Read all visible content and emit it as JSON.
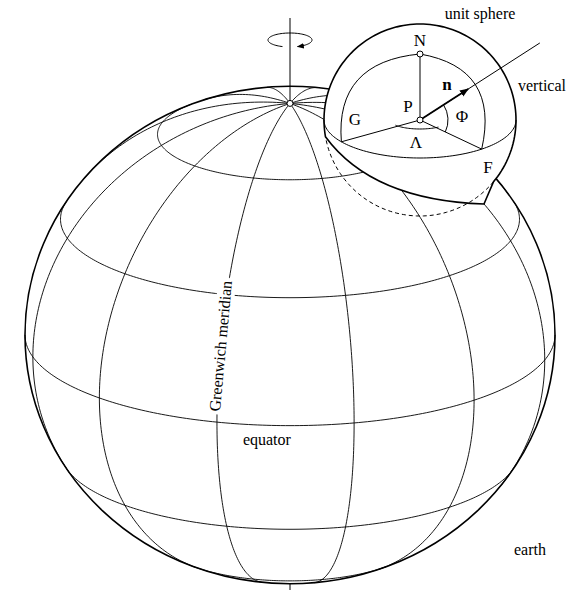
{
  "diagram": {
    "labels": [
      "unit sphere",
      "N",
      "vertical",
      "n",
      "P",
      "Φ",
      "G",
      "Λ",
      "F",
      "Greenwich meridian",
      "equator",
      "earth"
    ]
  }
}
